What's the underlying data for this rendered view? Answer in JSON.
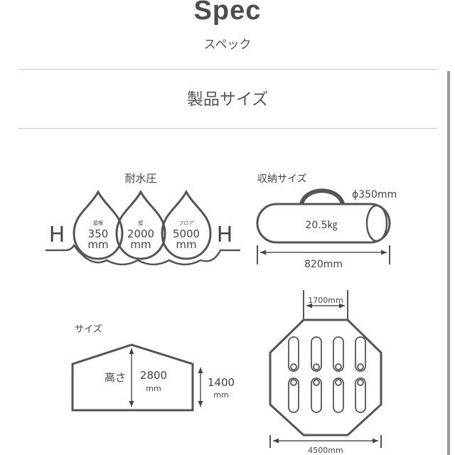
{
  "header": {
    "title": "Spec",
    "subtitle": "スペック",
    "section_title": "製品サイズ"
  },
  "water_resistance": {
    "label": "耐水圧",
    "side_letter_left": "H",
    "side_letter_right": "H",
    "drops": [
      {
        "caption": "屋根",
        "value": "350",
        "unit": "mm"
      },
      {
        "caption": "壁",
        "value": "2000",
        "unit": "mm"
      },
      {
        "caption": "フロア",
        "value": "5000",
        "unit": "mm"
      }
    ]
  },
  "storage": {
    "label": "収納サイズ",
    "diameter": "ϕ350mm",
    "weight": "20.5㎏",
    "length": "820mm"
  },
  "size": {
    "label": "サイズ",
    "height_label": "高さ",
    "height_value": "2800",
    "height_unit": "mm",
    "side_value": "1400",
    "side_unit": "mm"
  },
  "floor_plan": {
    "top_width": "1700mm",
    "bottom_width": "4500mm"
  },
  "colors": {
    "line": "#555555",
    "rule": "#c8c8c8"
  }
}
